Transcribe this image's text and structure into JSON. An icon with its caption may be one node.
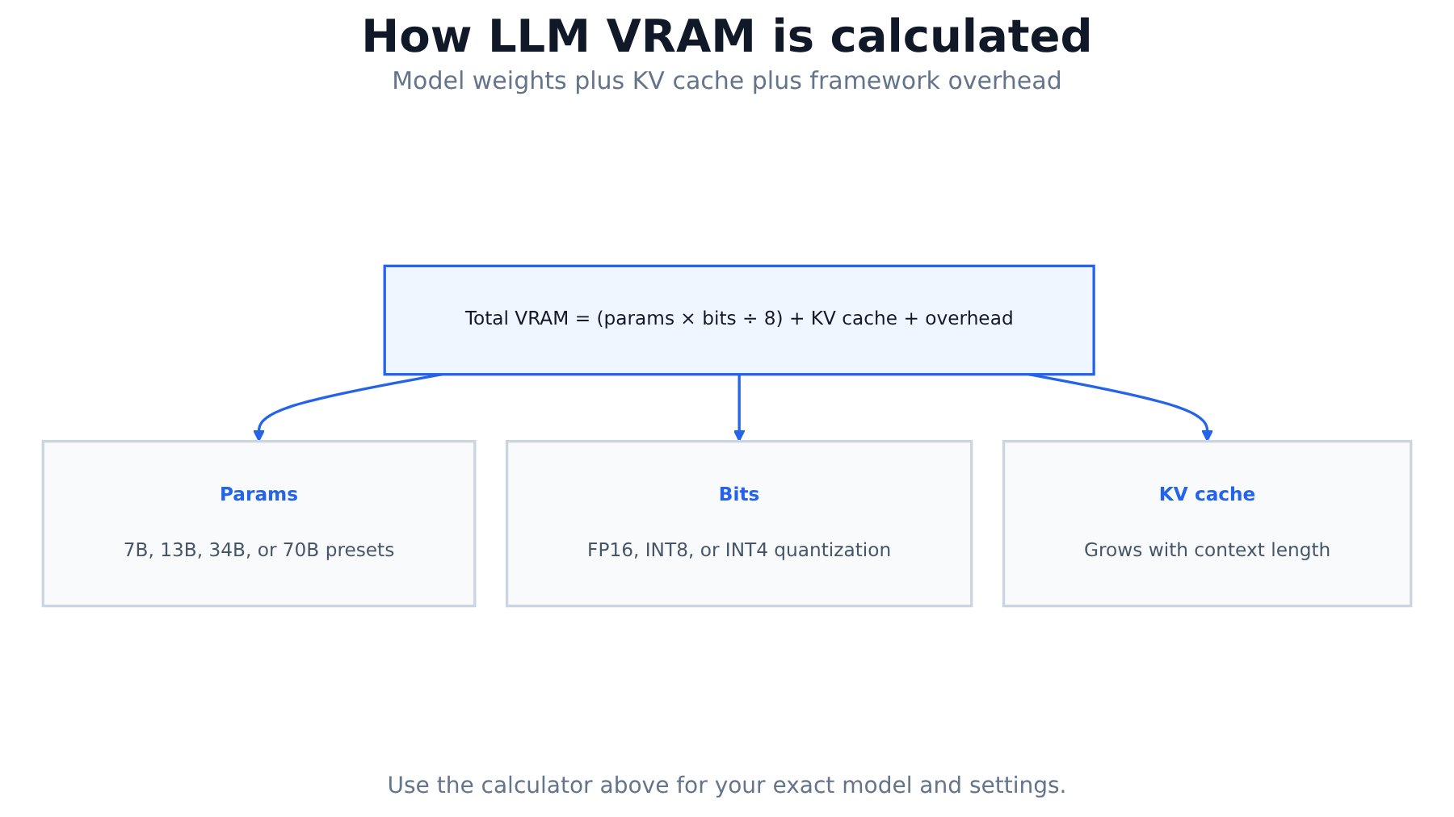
{
  "diagram": {
    "title": "How LLM VRAM is calculated",
    "labels": [
      "Model weights plus KV cache plus framework overhead"
    ],
    "nodes": [
      {
        "text": [
          "Total VRAM = (params × bits ÷ 8) + KV cache + overhead"
        ]
      },
      {
        "text": [
          "Params",
          "7B, 13B, 34B, or 70B presets"
        ]
      },
      {
        "text": [
          "Bits",
          "FP16, INT8, or INT4 quantization"
        ]
      },
      {
        "text": [
          "KV cache",
          "Grows with context length"
        ]
      }
    ],
    "edges": [
      {
        "from": 0,
        "to": 1,
        "arrow": "to"
      },
      {
        "from": 0,
        "to": 2,
        "arrow": "to"
      },
      {
        "from": 0,
        "to": 3,
        "arrow": "to"
      }
    ],
    "caption": "Use the calculator above for your exact model and settings."
  }
}
